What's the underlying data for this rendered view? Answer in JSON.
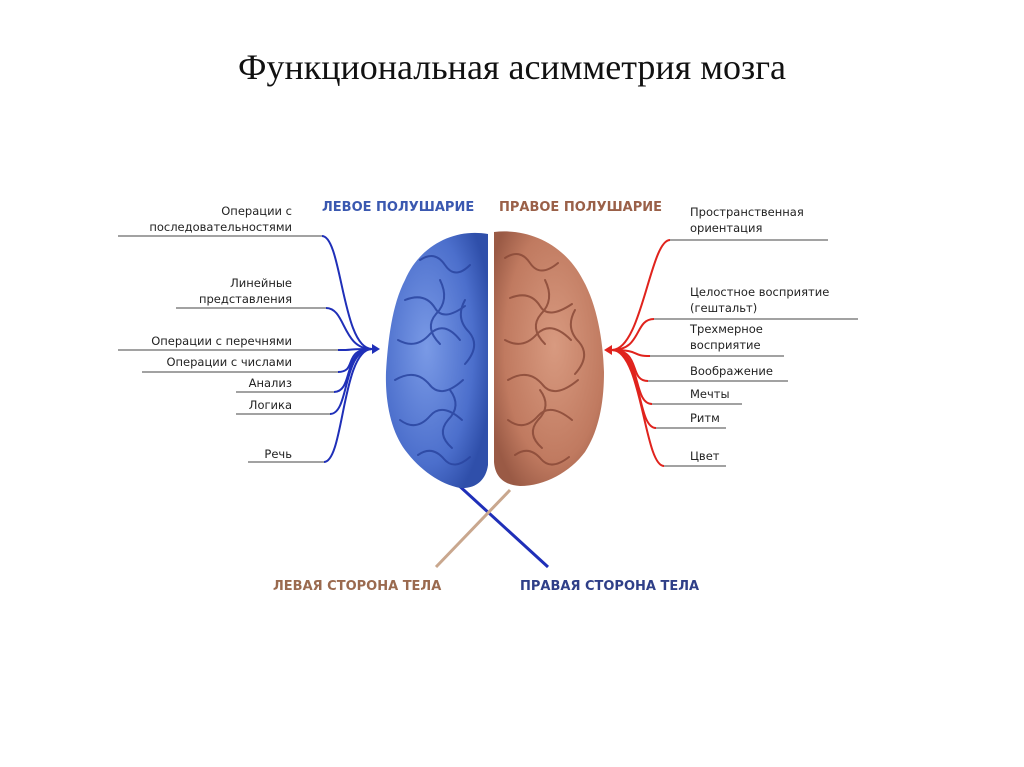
{
  "title": "Функциональная асимметрия мозга",
  "hemispheres": {
    "left": "ЛЕВОЕ ПОЛУШАРИЕ",
    "right": "ПРАВОЕ ПОЛУШАРИЕ"
  },
  "body_sides": {
    "left": "ЛЕВАЯ СТОРОНА ТЕЛА",
    "right": "ПРАВАЯ  СТОРОНА ТЕЛА"
  },
  "left_functions": [
    "Операции с\nпоследовательностями",
    "Линейные\nпредставления",
    "Операции с перечнями",
    "Операции с числами",
    "Анализ",
    "Логика",
    "Речь"
  ],
  "right_functions": [
    "Пространственная\nориентация",
    "Целостное восприятие\n(гештальт)",
    "Трехмерное\nвосприятие",
    "Воображение",
    "Мечты",
    "Ритм",
    "Цвет"
  ],
  "colors": {
    "left_accent": "#1f2fb8",
    "right_accent": "#e0231d",
    "left_brain": "#5b7fd3",
    "right_brain": "#c4846b",
    "left_side_label": "#9a6a4f",
    "right_side_label": "#2f3f88",
    "left_hemi_label": "#3a58b0",
    "right_hemi_label": "#9a6048"
  }
}
